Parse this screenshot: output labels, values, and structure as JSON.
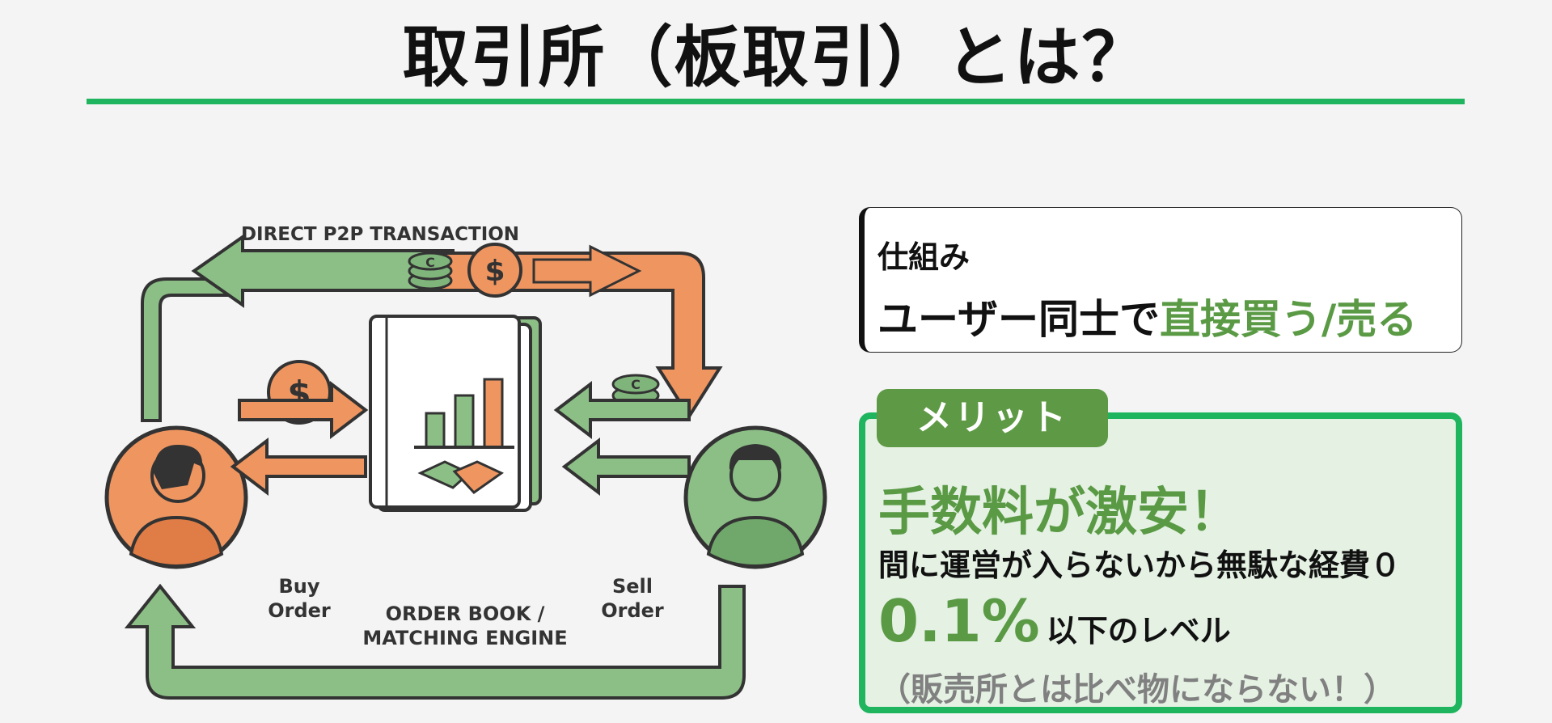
{
  "title": "取引所（板取引）とは？",
  "diagram": {
    "top_label": "DIRECT P2P TRANSACTION",
    "buy_label_1": "Buy",
    "buy_label_2": "Order",
    "sell_label_1": "Sell",
    "sell_label_2": "Order",
    "book_label_1": "ORDER BOOK /",
    "book_label_2": "MATCHING ENGINE",
    "dollar_symbol": "$",
    "coin_symbol": "C"
  },
  "mechanism": {
    "label": "仕組み",
    "text_plain": "ユーザー同士で",
    "text_highlight": "直接買う/売る"
  },
  "merit": {
    "tab": "メリット",
    "headline": "手数料が激安！",
    "description": "間に運営が入らないから無駄な経費０",
    "rate_value": "0.1%",
    "rate_suffix": "以下のレベル",
    "note": "（販売所とは比べ物にならない！）"
  },
  "colors": {
    "accent_green": "#1fb55f",
    "diagram_green": "#8cbf86",
    "diagram_orange": "#ef9560",
    "highlight_green": "#5a9a45"
  }
}
